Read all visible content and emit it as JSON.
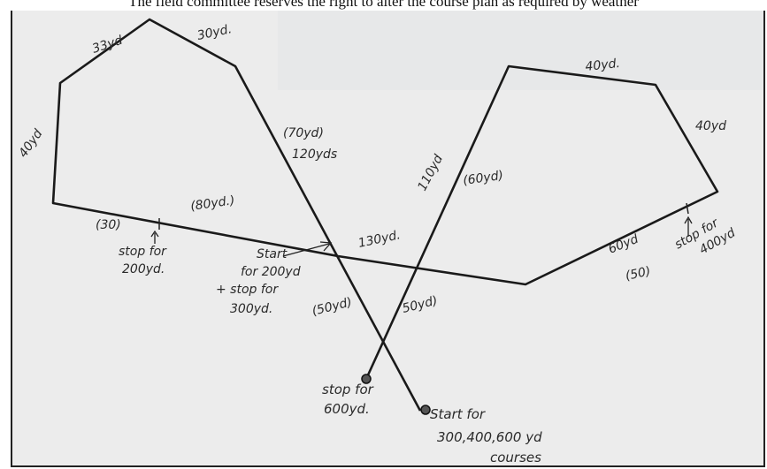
{
  "caption": "The field committee reserves the right to alter the course plan as required by weather",
  "labels": {
    "left_33": "33yd",
    "left_30": "30yd.",
    "left_40": "40yd",
    "left_70": "(70yd)",
    "left_120": "120yds",
    "left_80": "(80yd.)",
    "left_30b": "(30)",
    "stop_200_a": "stop for",
    "stop_200_b": "200yd.",
    "start_200_a": "Start",
    "start_200_b": "for 200yd",
    "start_200_c": "+ stop for",
    "start_200_d": "300yd.",
    "mid_130": "130yd.",
    "mid_50a": "(50yd)",
    "mid_50b": "50yd)",
    "right_40top": "40yd.",
    "right_40": "40yd",
    "right_110": "110yd",
    "right_60paren": "(60yd)",
    "right_60": "60yd",
    "right_50": "(50)",
    "stop_400_a": "stop for",
    "stop_400_b": "400yd",
    "stop_600_a": "stop for",
    "stop_600_b": "600yd.",
    "start_all_a": "Start for",
    "start_all_b": "300,400,600 yd",
    "start_all_c": "courses"
  }
}
